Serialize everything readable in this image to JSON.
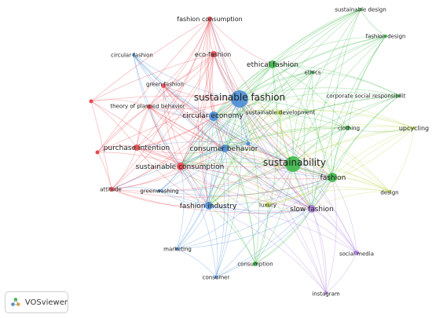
{
  "app": {
    "name": "VOSviewer"
  },
  "clusters": {
    "red": "#e8484f",
    "blue": "#4a8ed6",
    "green": "#3db84a",
    "yellowgreen": "#b8d64a",
    "purple": "#b07ee0"
  },
  "nodes": [
    {
      "id": "sustainable_fashion",
      "label": "sustainable fashion",
      "cluster": "blue"
    },
    {
      "id": "sustainability",
      "label": "sustainability",
      "cluster": "green"
    },
    {
      "id": "circular_economy",
      "label": "circular economy",
      "cluster": "blue"
    },
    {
      "id": "consumer_behavior",
      "label": "consumer behavior",
      "cluster": "blue"
    },
    {
      "id": "fashion_industry",
      "label": "fashion industry",
      "cluster": "blue"
    },
    {
      "id": "slow_fashion",
      "label": "slow fashion",
      "cluster": "purple"
    },
    {
      "id": "fashion",
      "label": "fashion",
      "cluster": "green"
    },
    {
      "id": "ethical_fashion",
      "label": "ethical fashion",
      "cluster": "green"
    },
    {
      "id": "sustainable_consumption",
      "label": "sustainable consumption",
      "cluster": "red"
    },
    {
      "id": "purchase_intention",
      "label": "purchase intention",
      "cluster": "red"
    },
    {
      "id": "fashion_consumption",
      "label": "fashion consumption",
      "cluster": "red"
    },
    {
      "id": "eco_fashion",
      "label": "eco-fashion",
      "cluster": "red"
    },
    {
      "id": "circular_fashion",
      "label": "circular fashion",
      "cluster": "blue"
    },
    {
      "id": "green_fashion",
      "label": "green fashion",
      "cluster": "red"
    },
    {
      "id": "theory_planned_behavior",
      "label": "theory of planned behavior",
      "cluster": "red"
    },
    {
      "id": "attitude",
      "label": "attitude",
      "cluster": "red"
    },
    {
      "id": "greenwashing",
      "label": "greenwashing",
      "cluster": "blue"
    },
    {
      "id": "marketing",
      "label": "marketing",
      "cluster": "blue"
    },
    {
      "id": "consumer",
      "label": "consumer",
      "cluster": "blue"
    },
    {
      "id": "consumption",
      "label": "consumption",
      "cluster": "green"
    },
    {
      "id": "luxury",
      "label": "luxury",
      "cluster": "yellowgreen"
    },
    {
      "id": "instagram",
      "label": "instagram",
      "cluster": "purple"
    },
    {
      "id": "social_media",
      "label": "social media",
      "cluster": "purple"
    },
    {
      "id": "design",
      "label": "design",
      "cluster": "yellowgreen"
    },
    {
      "id": "upcycling",
      "label": "upcycling",
      "cluster": "yellowgreen"
    },
    {
      "id": "clothing",
      "label": "clothing",
      "cluster": "green"
    },
    {
      "id": "csr",
      "label": "corporate social responsibilit",
      "cluster": "green"
    },
    {
      "id": "ethics",
      "label": "ethics",
      "cluster": "green"
    },
    {
      "id": "sustainable_development",
      "label": "sustainable development",
      "cluster": "yellowgreen"
    },
    {
      "id": "sustainable_design",
      "label": "sustainable design",
      "cluster": "green"
    },
    {
      "id": "fashion_design",
      "label": "fashion design",
      "cluster": "green"
    }
  ]
}
